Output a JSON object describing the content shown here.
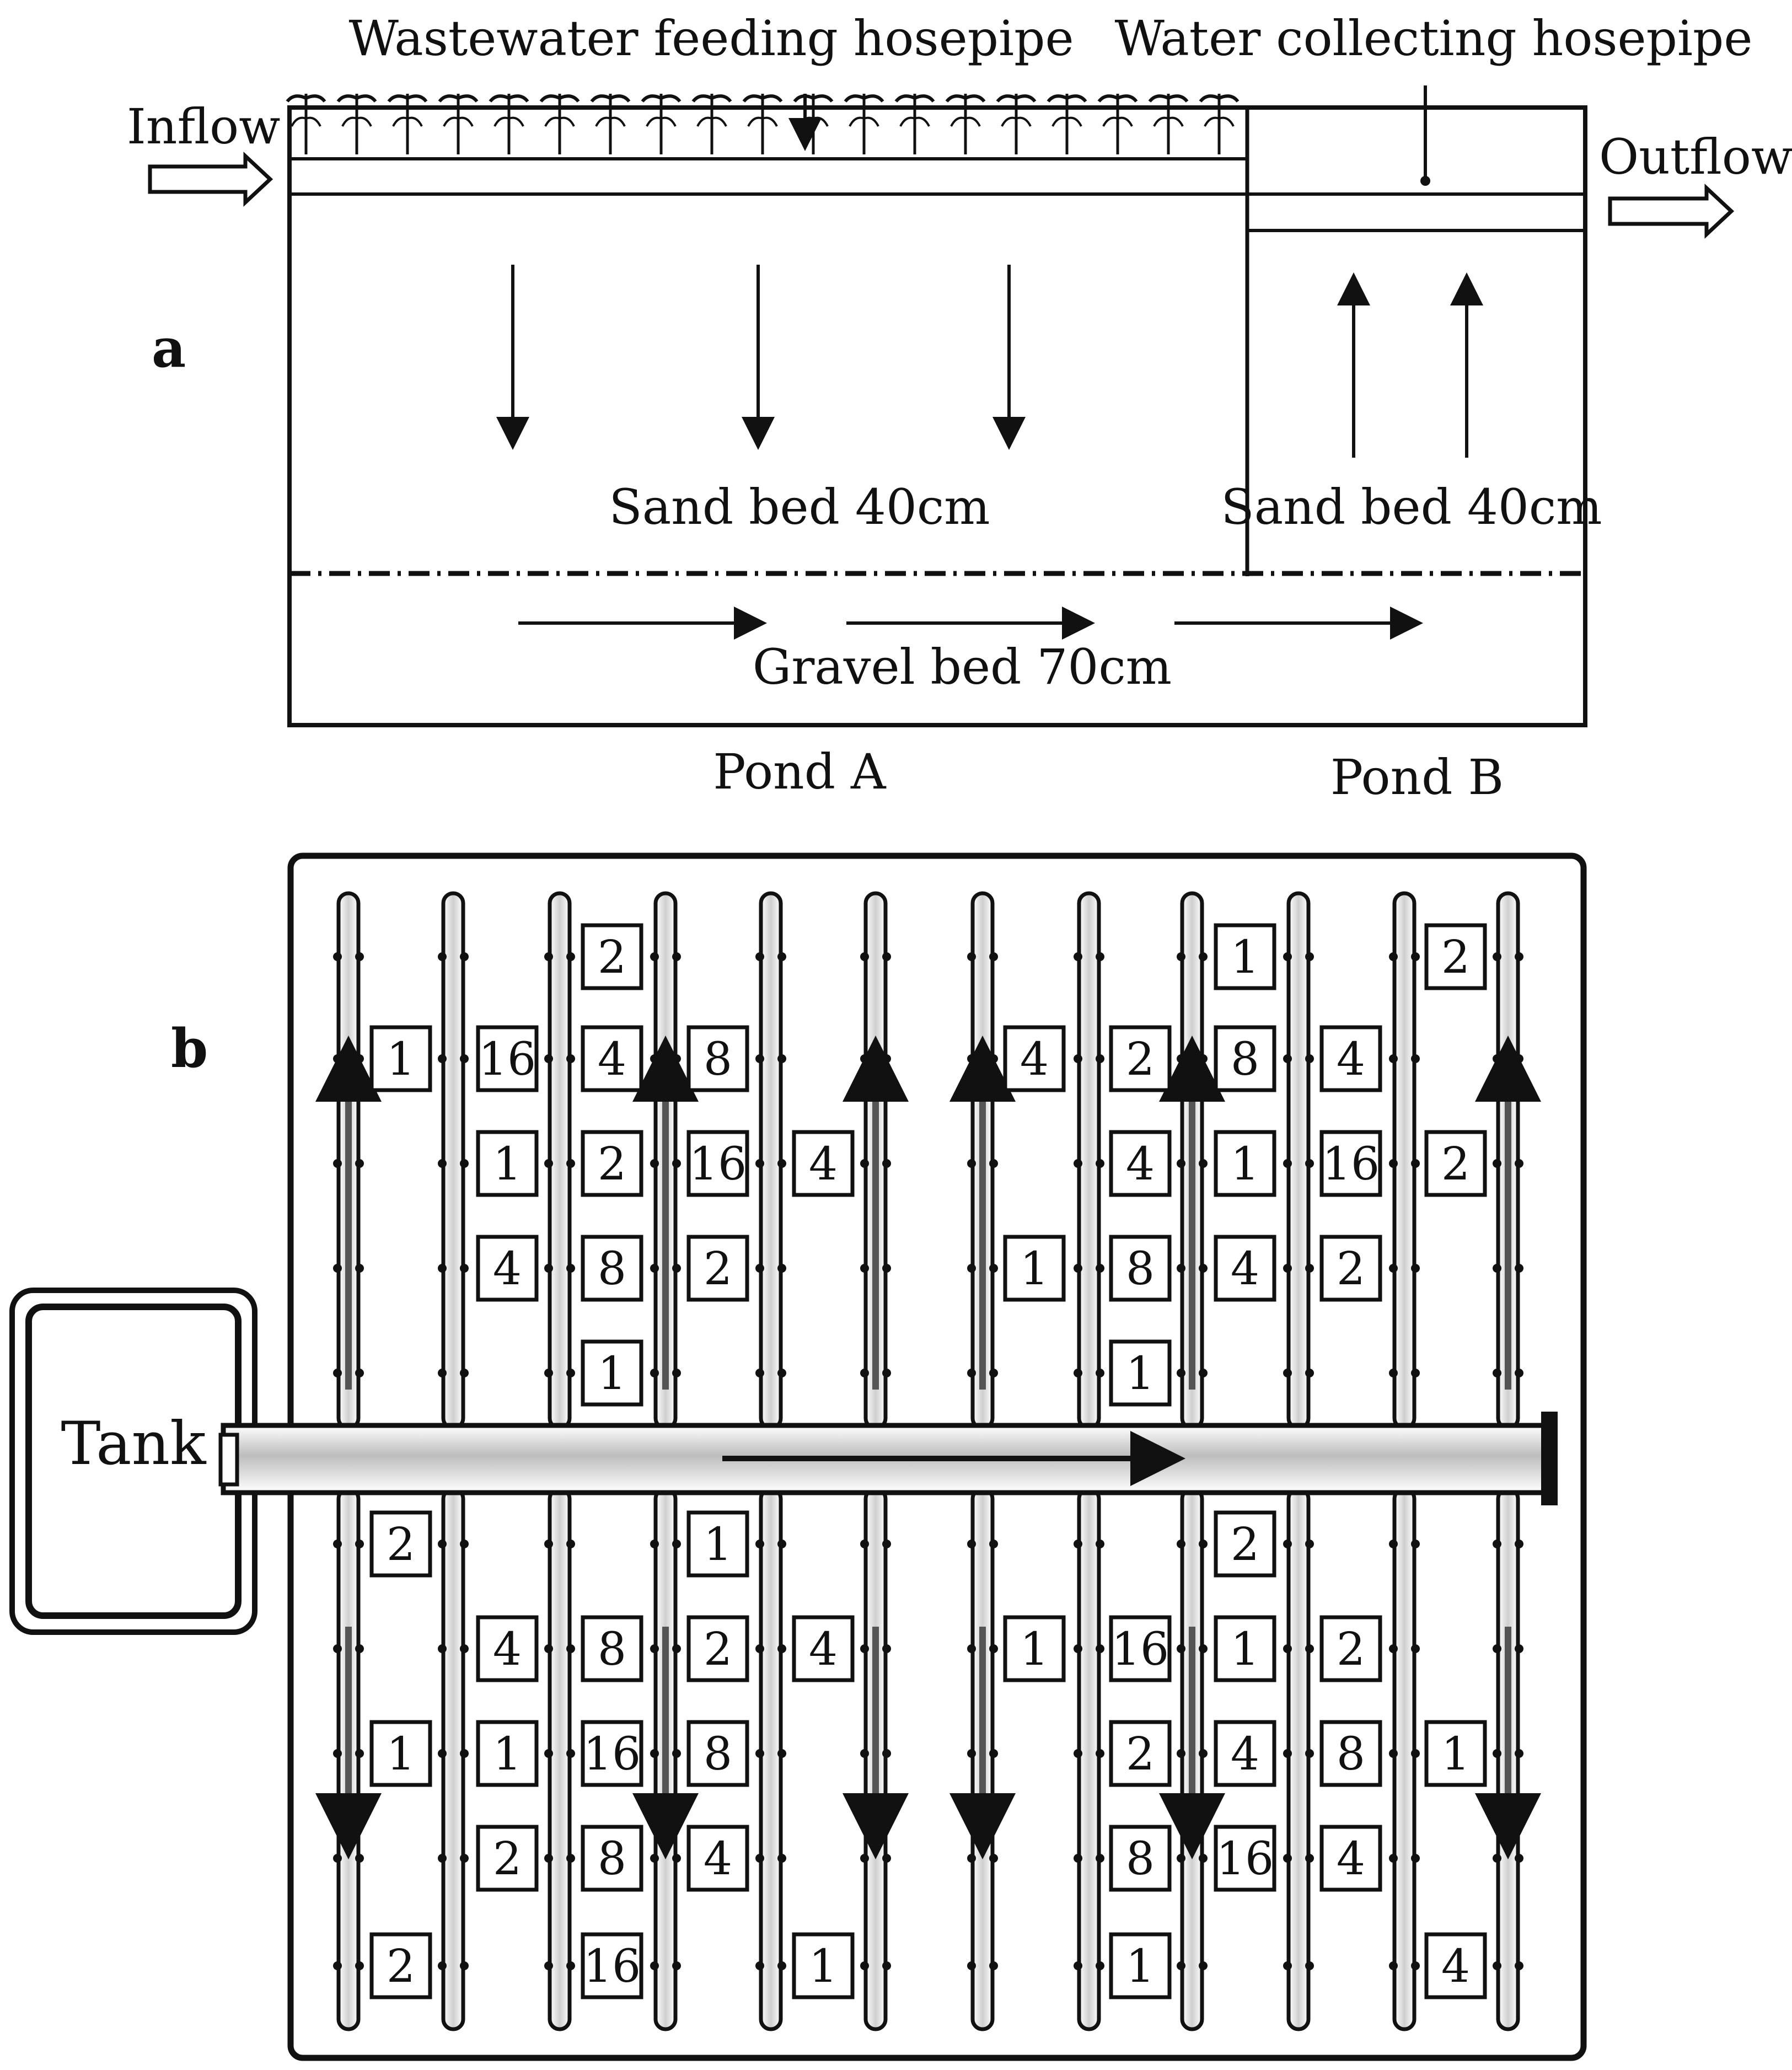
{
  "panel_a": {
    "label": "a",
    "feeding_hose": "Wastewater feeding hosepipe",
    "collecting_hose": "Water collecting hosepipe",
    "inflow": "Inflow",
    "outflow": "Outflow",
    "sand_bed_a": "Sand bed 40cm",
    "sand_bed_b": "Sand bed 40cm",
    "gravel_bed": "Gravel bed 70cm",
    "pond_a": "Pond A",
    "pond_b": "Pond B"
  },
  "panel_b": {
    "label": "b",
    "tank": "Tank",
    "top_boxes": [
      {
        "col": 2,
        "row": 0,
        "text": "2"
      },
      {
        "col": 0,
        "row": 1,
        "text": "1"
      },
      {
        "col": 1,
        "row": 1,
        "text": "16"
      },
      {
        "col": 2,
        "row": 1,
        "text": "4"
      },
      {
        "col": 3,
        "row": 1,
        "text": "8"
      },
      {
        "col": 1,
        "row": 2,
        "text": "1"
      },
      {
        "col": 2,
        "row": 2,
        "text": "2"
      },
      {
        "col": 3,
        "row": 2,
        "text": "16"
      },
      {
        "col": 4,
        "row": 2,
        "text": "4"
      },
      {
        "col": 1,
        "row": 3,
        "text": "4"
      },
      {
        "col": 2,
        "row": 3,
        "text": "8"
      },
      {
        "col": 3,
        "row": 3,
        "text": "2"
      },
      {
        "col": 2,
        "row": 4,
        "text": "1"
      },
      {
        "col": 7,
        "row": 0,
        "text": "1"
      },
      {
        "col": 9,
        "row": 0,
        "text": "2"
      },
      {
        "col": 5,
        "row": 1,
        "text": "4"
      },
      {
        "col": 6,
        "row": 1,
        "text": "2"
      },
      {
        "col": 7,
        "row": 1,
        "text": "8"
      },
      {
        "col": 8,
        "row": 1,
        "text": "4"
      },
      {
        "col": 6,
        "row": 2,
        "text": "4"
      },
      {
        "col": 7,
        "row": 2,
        "text": "1"
      },
      {
        "col": 8,
        "row": 2,
        "text": "16"
      },
      {
        "col": 9,
        "row": 2,
        "text": "2"
      },
      {
        "col": 5,
        "row": 3,
        "text": "1"
      },
      {
        "col": 6,
        "row": 3,
        "text": "8"
      },
      {
        "col": 7,
        "row": 3,
        "text": "4"
      },
      {
        "col": 8,
        "row": 3,
        "text": "2"
      },
      {
        "col": 6,
        "row": 4,
        "text": "1"
      }
    ],
    "bottom_boxes": [
      {
        "col": 0,
        "row": 0,
        "text": "2"
      },
      {
        "col": 3,
        "row": 0,
        "text": "1"
      },
      {
        "col": 1,
        "row": 1,
        "text": "4"
      },
      {
        "col": 2,
        "row": 1,
        "text": "8"
      },
      {
        "col": 3,
        "row": 1,
        "text": "2"
      },
      {
        "col": 4,
        "row": 1,
        "text": "4"
      },
      {
        "col": 0,
        "row": 2,
        "text": "1"
      },
      {
        "col": 1,
        "row": 2,
        "text": "1"
      },
      {
        "col": 2,
        "row": 2,
        "text": "16"
      },
      {
        "col": 3,
        "row": 2,
        "text": "8"
      },
      {
        "col": 1,
        "row": 3,
        "text": "2"
      },
      {
        "col": 2,
        "row": 3,
        "text": "8"
      },
      {
        "col": 3,
        "row": 3,
        "text": "4"
      },
      {
        "col": 0,
        "row": 4,
        "text": "2"
      },
      {
        "col": 2,
        "row": 4,
        "text": "16"
      },
      {
        "col": 4,
        "row": 4,
        "text": "1"
      },
      {
        "col": 7,
        "row": 0,
        "text": "2"
      },
      {
        "col": 5,
        "row": 1,
        "text": "1"
      },
      {
        "col": 6,
        "row": 1,
        "text": "16"
      },
      {
        "col": 7,
        "row": 1,
        "text": "1"
      },
      {
        "col": 8,
        "row": 1,
        "text": "2"
      },
      {
        "col": 6,
        "row": 2,
        "text": "2"
      },
      {
        "col": 7,
        "row": 2,
        "text": "4"
      },
      {
        "col": 8,
        "row": 2,
        "text": "8"
      },
      {
        "col": 9,
        "row": 2,
        "text": "1"
      },
      {
        "col": 6,
        "row": 3,
        "text": "8"
      },
      {
        "col": 7,
        "row": 3,
        "text": "16"
      },
      {
        "col": 8,
        "row": 3,
        "text": "4"
      },
      {
        "col": 6,
        "row": 4,
        "text": "1"
      },
      {
        "col": 9,
        "row": 4,
        "text": "4"
      }
    ]
  }
}
